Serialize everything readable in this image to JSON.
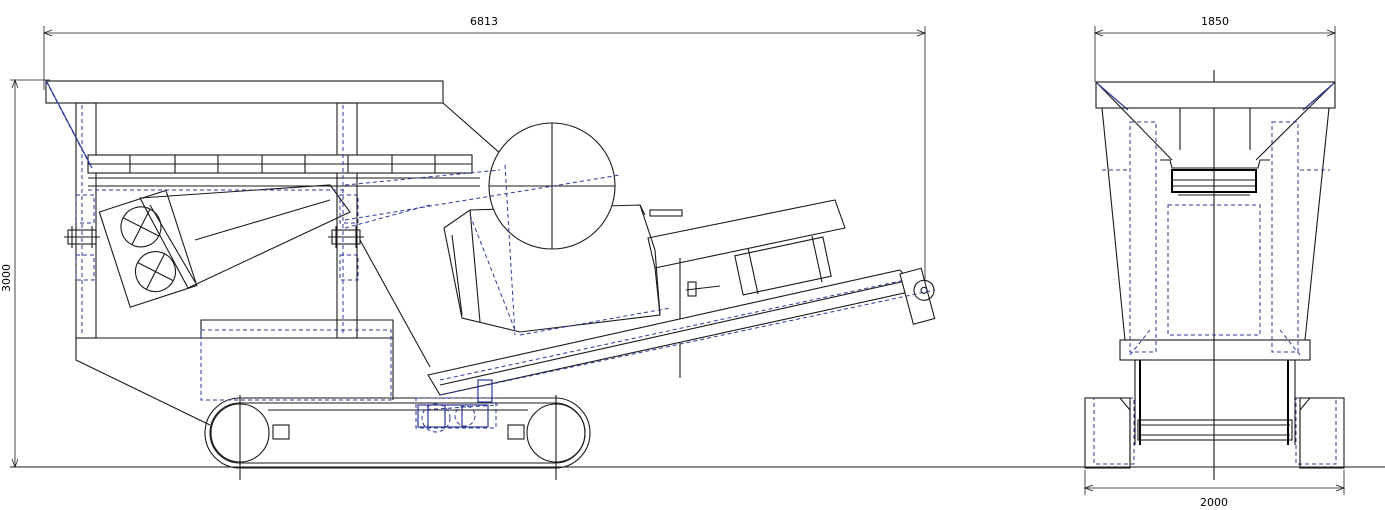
{
  "drawing": {
    "dimensions": {
      "side_length": "6813",
      "side_height": "3000",
      "front_top_width": "1850",
      "front_track_width": "2000"
    },
    "colors": {
      "outline": "#1a1a1a",
      "hidden_lines": "#2b3a9a",
      "background": "#ffffff"
    }
  }
}
